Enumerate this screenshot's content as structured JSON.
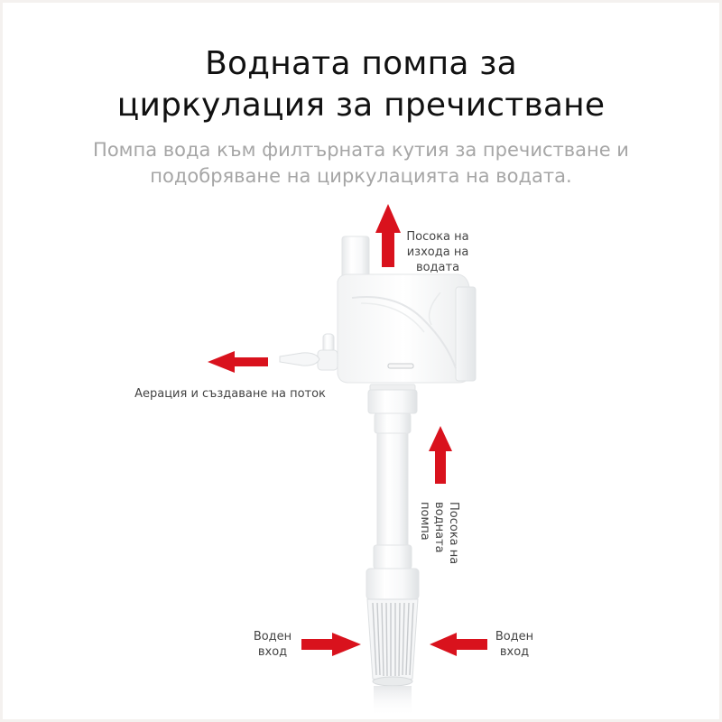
{
  "header": {
    "title_line1": "Водната помпа за",
    "title_line2": "циркулация за пречистване",
    "subtitle_line1": "Помпа вода към филтърната кутия за пречистване и",
    "subtitle_line2": "подобряване на циркулацията на водата."
  },
  "labels": {
    "outlet_direction": {
      "line1": "Посока на",
      "line2": "изхода на",
      "line3": "водата"
    },
    "aeration": "Аерация и създаване на поток",
    "pump_direction": {
      "line1": "Посока на",
      "line2": "водната",
      "line3": "помпа"
    },
    "water_inlet_left": {
      "line1": "Воден",
      "line2": "вход"
    },
    "water_inlet_right": {
      "line1": "Воден",
      "line2": "вход"
    }
  },
  "icons": {
    "arrows": [
      "arrow-up-outlet",
      "arrow-left-aeration",
      "arrow-up-pump",
      "arrow-right-inlet",
      "arrow-left-inlet"
    ]
  },
  "colors": {
    "arrow_red": "#d9121d",
    "title_text": "#111111",
    "subtitle_text": "#a6a6a6",
    "label_text": "#444444"
  }
}
